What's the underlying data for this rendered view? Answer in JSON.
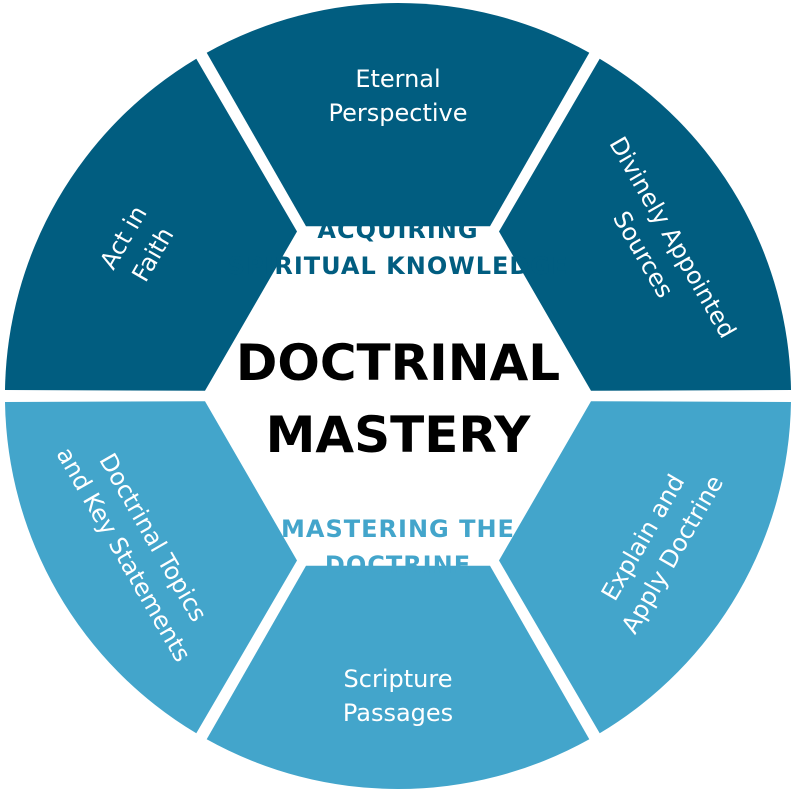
{
  "colors": {
    "dark_blue": "#015d80",
    "light_blue": "#43a5cb",
    "background": "#ffffff",
    "title": "#000000"
  },
  "center": {
    "top_subtitle": [
      "ACQUIRING",
      "SPIRITUAL KNOWLEDGE"
    ],
    "title": [
      "DOCTRINAL",
      "MASTERY"
    ],
    "bottom_subtitle": [
      "MASTERING THE",
      "DOCTRINE"
    ]
  },
  "segments": [
    {
      "id": "eternal-perspective",
      "group": "acquiring",
      "lines": [
        "Eternal",
        "Perspective"
      ]
    },
    {
      "id": "divinely-appointed-sources",
      "group": "acquiring",
      "lines": [
        "Divinely Appointed",
        "Sources"
      ]
    },
    {
      "id": "explain-and-apply-doctrine",
      "group": "mastering",
      "lines": [
        "Explain and",
        "Apply Doctrine"
      ]
    },
    {
      "id": "scripture-passages",
      "group": "mastering",
      "lines": [
        "Scripture",
        "Passages"
      ]
    },
    {
      "id": "doctrinal-topics-key-statements",
      "group": "mastering",
      "lines": [
        "Doctrinal Topics",
        "and Key Statements"
      ]
    },
    {
      "id": "act-in-faith",
      "group": "acquiring",
      "lines": [
        "Act in",
        "Faith"
      ]
    }
  ]
}
